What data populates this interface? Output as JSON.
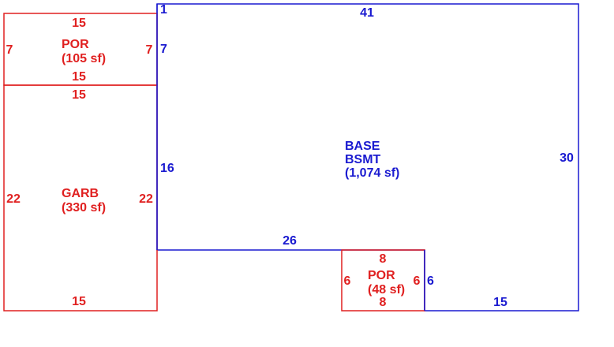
{
  "colors": {
    "secondary_area": "#e02020",
    "base_area": "#1a1ad0"
  },
  "areas": {
    "por_top": {
      "name": "POR",
      "size": "(105 sf)"
    },
    "garb": {
      "name": "GARB",
      "size": "(330 sf)"
    },
    "base": {
      "name": "BASE",
      "sub": "BSMT",
      "size": "(1,074 sf)"
    },
    "por_bottom": {
      "name": "POR",
      "size": "(48 sf)"
    }
  },
  "dimensions": {
    "por_top_top": "15",
    "por_top_left": "7",
    "por_top_right": "7",
    "por_top_bottom": "15",
    "garb_top": "15",
    "garb_left": "22",
    "garb_right": "22",
    "garb_bottom": "15",
    "base_corner": "1",
    "base_top": "41",
    "base_left_upper": "7",
    "base_left_lower": "16",
    "base_right": "30",
    "base_step": "26",
    "base_notch_side": "6",
    "base_bottom": "15",
    "por_bottom_top": "8",
    "por_bottom_left": "6",
    "por_bottom_right": "6",
    "por_bottom_bottom": "8"
  }
}
